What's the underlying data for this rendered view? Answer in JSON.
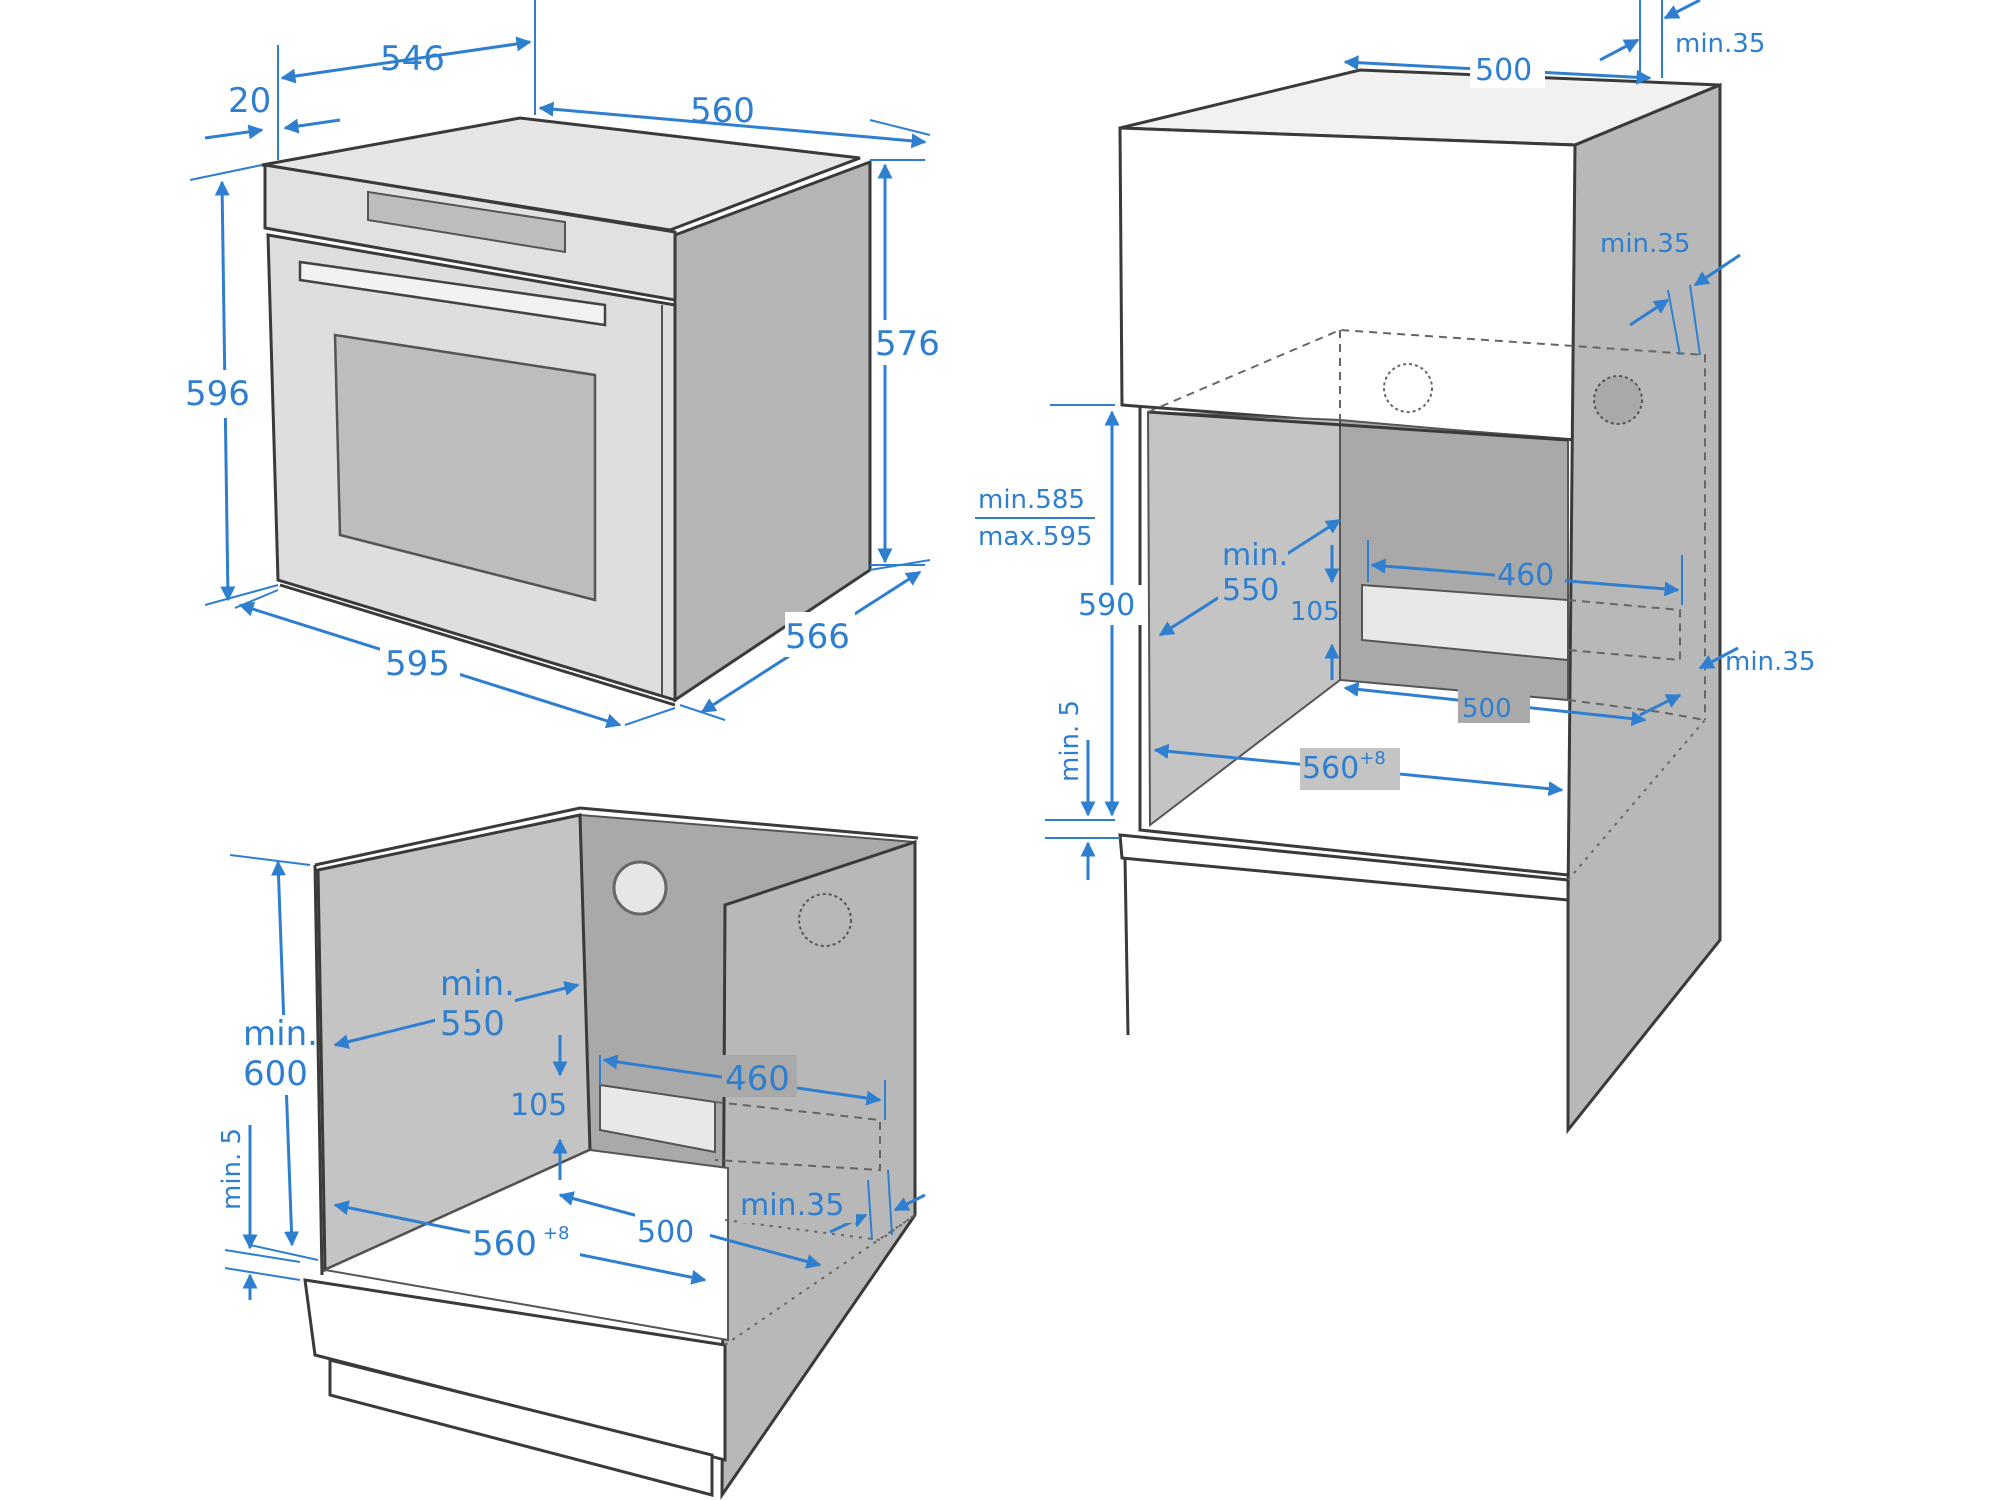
{
  "colors": {
    "dimension": "#2f7fd0",
    "outline": "#3a3a3a",
    "cabinet_fill": "#bdbdbd",
    "cabinet_dark": "#a9a9a9",
    "oven_face": "#d9d9d9",
    "oven_window": "#bfbfbf"
  },
  "oven": {
    "top_depth": "546",
    "front_offset": "20",
    "top_width": "560",
    "height": "596",
    "body_height": "576",
    "front_width": "595",
    "body_depth": "566"
  },
  "column_install": {
    "top_vent_depth": "500",
    "top_gap": "min.35",
    "rear_gap_upper": "min.35",
    "niche_height_min": "min.585",
    "niche_height_max": "max.595",
    "niche_height": "590",
    "depth_min_line1": "min.",
    "depth_min_line2": "550",
    "vent_height": "105",
    "vent_width": "460",
    "rear_gap_lower": "min.35",
    "floor_depth": "500",
    "niche_width": "560",
    "niche_width_tol": "+8",
    "base_gap": "min. 5"
  },
  "undercounter_install": {
    "depth_min_line1": "min.",
    "depth_min_line2": "550",
    "height_min_line1": "min.",
    "height_min_line2": "600",
    "vent_width": "460",
    "vent_height": "105",
    "rear_gap": "min.35",
    "base_gap": "min. 5",
    "niche_width": "560",
    "niche_width_tol": "+8",
    "floor_depth": "500"
  }
}
